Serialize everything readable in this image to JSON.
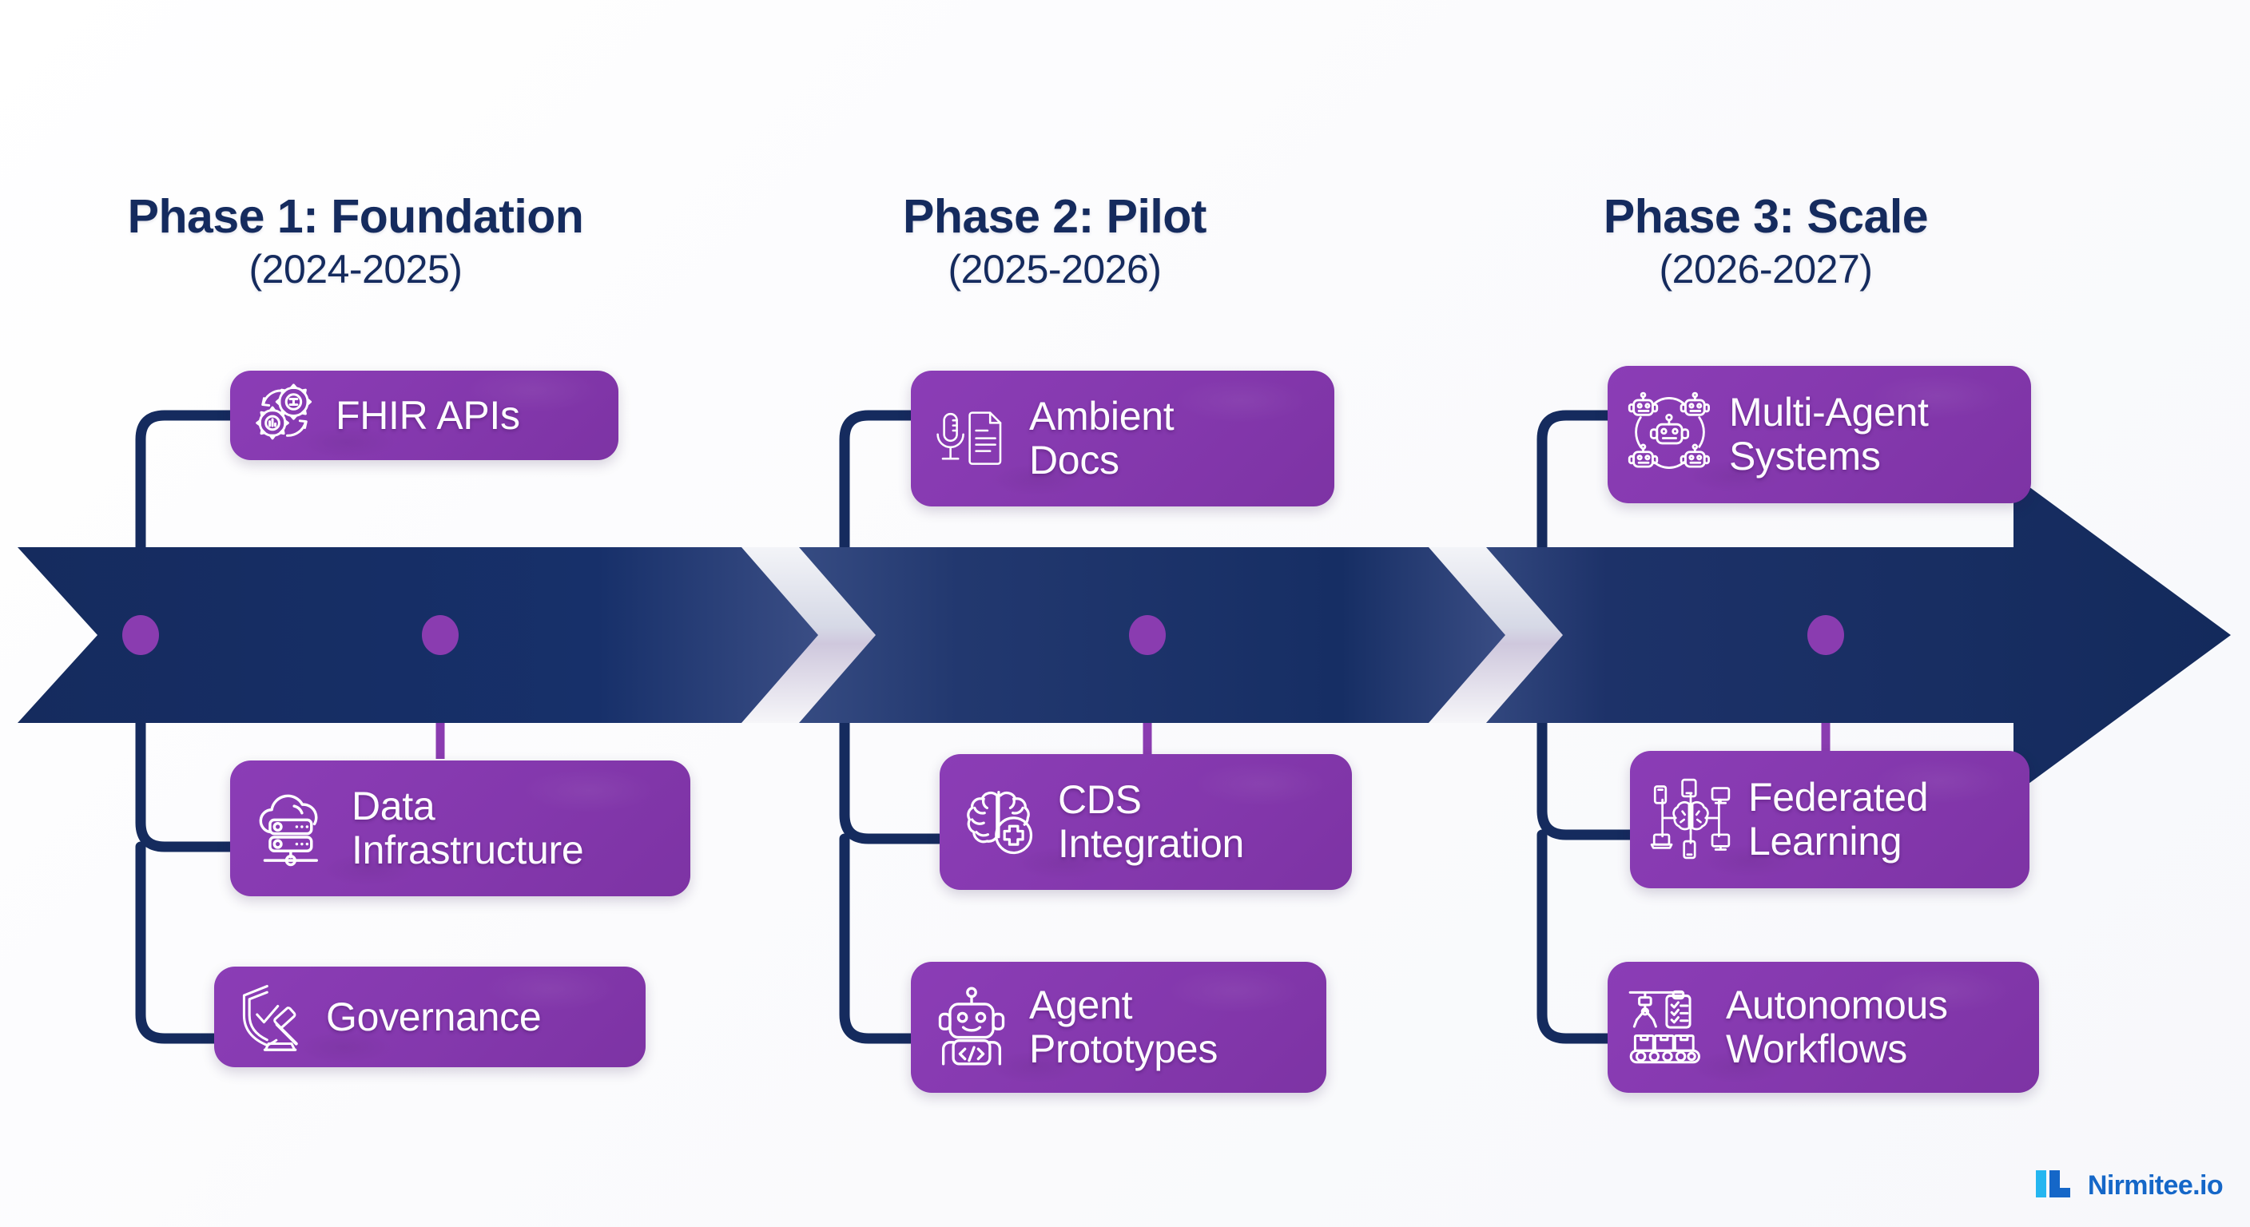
{
  "diagram": {
    "title_present": false,
    "arrow_color": "#152B5E",
    "card_color": "#8438AE",
    "dot_color": "#8A3CB0",
    "heading_color": "#152B5E"
  },
  "phases": [
    {
      "id": "phase-1",
      "title": "Phase 1: Foundation",
      "range": "(2024-2025)",
      "milestones": [
        {
          "id": "fhir-apis",
          "label": "FHIR APIs",
          "icon": "gears-sync-icon",
          "position": "above"
        },
        {
          "id": "data-infrastructure",
          "label": "Data\nInfrastructure",
          "icon": "cloud-server-icon",
          "position": "below"
        },
        {
          "id": "governance",
          "label": "Governance",
          "icon": "shield-gavel-icon",
          "position": "below"
        }
      ]
    },
    {
      "id": "phase-2",
      "title": "Phase 2: Pilot",
      "range": "(2025-2026)",
      "milestones": [
        {
          "id": "ambient-docs",
          "label": "Ambient\nDocs",
          "icon": "microphone-document-icon",
          "position": "above"
        },
        {
          "id": "cds-integration",
          "label": "CDS\nIntegration",
          "icon": "brain-medical-cross-icon",
          "position": "below"
        },
        {
          "id": "agent-prototypes",
          "label": "Agent\nPrototypes",
          "icon": "robot-code-icon",
          "position": "below"
        }
      ]
    },
    {
      "id": "phase-3",
      "title": "Phase 3: Scale",
      "range": "(2026-2027)",
      "milestones": [
        {
          "id": "multi-agent-systems",
          "label": "Multi-Agent\nSystems",
          "icon": "robot-network-icon",
          "position": "above"
        },
        {
          "id": "federated-learning",
          "label": "Federated\nLearning",
          "icon": "brain-devices-network-icon",
          "position": "below"
        },
        {
          "id": "autonomous-workflows",
          "label": "Autonomous\nWorkflows",
          "icon": "robot-arm-conveyor-icon",
          "position": "below"
        }
      ]
    }
  ],
  "branding": {
    "name": "Nirmitee.io",
    "mark": "nirmitee-logo-mark",
    "brand_color": "#1567C8",
    "accent_color": "#25B6F0"
  }
}
